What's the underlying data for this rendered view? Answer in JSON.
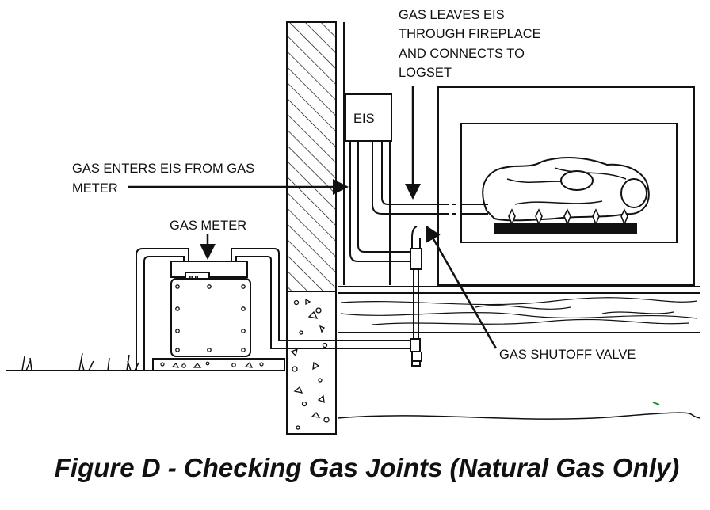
{
  "labels": {
    "gas_leaves_eis": [
      "GAS LEAVES EIS",
      "THROUGH FIREPLACE",
      "AND CONNECTS TO",
      "LOGSET"
    ],
    "eis_box": "EIS",
    "gas_enters_eis": [
      "GAS ENTERS EIS FROM GAS",
      "METER"
    ],
    "gas_meter": "GAS METER",
    "gas_shutoff_valve": "GAS SHUTOFF VALVE"
  },
  "caption": "Figure D - Checking Gas Joints (Natural Gas Only)",
  "colors": {
    "line": "#111111",
    "background": "#ffffff",
    "accent_mark": "#1a8a2e"
  }
}
